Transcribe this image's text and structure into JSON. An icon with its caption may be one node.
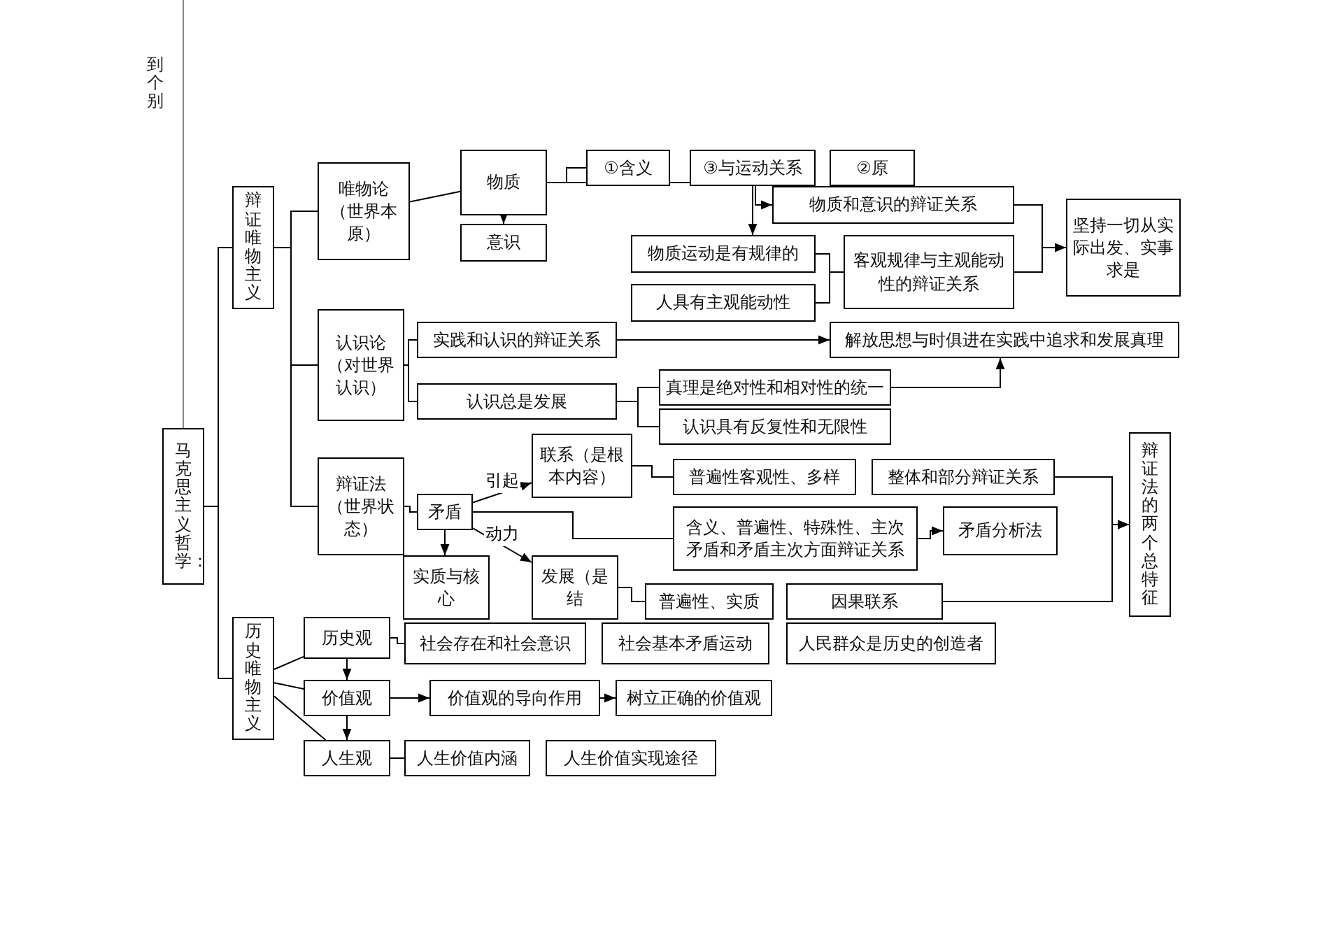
{
  "diagram": {
    "nodes": [
      {
        "text": [
          "马克思主义哲学："
        ]
      },
      {
        "text": [
          "辩证唯物主义"
        ]
      },
      {
        "text": [
          "唯物论（世界本原）"
        ]
      },
      {
        "text": [
          "认识论（对世界认识）"
        ]
      },
      {
        "text": [
          "辩证法（世界状态）"
        ]
      },
      {
        "text": [
          "物质"
        ]
      },
      {
        "text": [
          "意识"
        ]
      },
      {
        "text": [
          "①含义"
        ]
      },
      {
        "text": [
          "③与运动关系"
        ]
      },
      {
        "text": [
          "②原"
        ]
      },
      {
        "text": [
          "物质和意识的辩证关系"
        ]
      },
      {
        "text": [
          "坚持一切从实际出发、实事求是"
        ]
      },
      {
        "text": [
          "物质运动是有规律的"
        ]
      },
      {
        "text": [
          "人具有主观能动性"
        ]
      },
      {
        "text": [
          "客观规律与主观能动性的辩证关系"
        ]
      },
      {
        "text": [
          "实践和认识的辩证关系"
        ]
      },
      {
        "text": [
          "解放思想与时俱进在实践中追求和发展真理"
        ]
      },
      {
        "text": [
          "认识总是发展"
        ]
      },
      {
        "text": [
          "真理是绝对性和相对性的统一"
        ]
      },
      {
        "text": [
          "认识具有反复性和无限性"
        ]
      },
      {
        "text": [
          "矛盾"
        ]
      },
      {
        "text": [
          "联系（是根本内容）"
        ]
      },
      {
        "text": [
          "普遍性客观性、多样"
        ]
      },
      {
        "text": [
          "整体和部分辩证关系"
        ]
      },
      {
        "text": [
          "含义、普遍性、特殊性、主次矛盾和矛盾主次方面辩证关系"
        ]
      },
      {
        "text": [
          "矛盾分析法"
        ]
      },
      {
        "text": [
          "实质与核心"
        ]
      },
      {
        "text": [
          "发展（是结"
        ]
      },
      {
        "text": [
          "普遍性、实质"
        ]
      },
      {
        "text": [
          "因果联系"
        ]
      },
      {
        "text": [
          "辩证法的两个总特征"
        ]
      },
      {
        "text": [
          "历史唯物主义"
        ]
      },
      {
        "text": [
          "历史观"
        ]
      },
      {
        "text": [
          "价值观"
        ]
      },
      {
        "text": [
          "人生观"
        ]
      },
      {
        "text": [
          "社会存在和社会意识"
        ]
      },
      {
        "text": [
          "社会基本矛盾运动"
        ]
      },
      {
        "text": [
          "人民群众是历史的创造者"
        ]
      },
      {
        "text": [
          "价值观的导向作用"
        ]
      },
      {
        "text": [
          "树立正确的价值观"
        ]
      },
      {
        "text": [
          "人生价值内涵"
        ]
      },
      {
        "text": [
          "人生价值实现途径"
        ]
      }
    ],
    "edges": [
      {
        "from": null,
        "to": 0,
        "arrow": "none",
        "color": "#888888"
      },
      {
        "from": 0,
        "to": 1,
        "arrow": "none"
      },
      {
        "from": 0,
        "to": 31,
        "arrow": "none"
      },
      {
        "from": 1,
        "to": 2,
        "arrow": "none"
      },
      {
        "from": 1,
        "to": 3,
        "arrow": "none"
      },
      {
        "from": 1,
        "to": 4,
        "arrow": "none"
      },
      {
        "from": 2,
        "to": 5,
        "arrow": "none"
      },
      {
        "from": 5,
        "to": 7,
        "arrow": "none"
      },
      {
        "from": 5,
        "to": 6,
        "arrow": "to"
      },
      {
        "from": 5,
        "to": 10,
        "arrow": "to"
      },
      {
        "from": 8,
        "to": 12,
        "arrow": "to"
      },
      {
        "from": 12,
        "to": 14,
        "arrow": "none"
      },
      {
        "from": 13,
        "to": 14,
        "arrow": "none"
      },
      {
        "from": 10,
        "to": 11,
        "arrow": "to"
      },
      {
        "from": 14,
        "to": 11,
        "arrow": "none"
      },
      {
        "from": 3,
        "to": 15,
        "arrow": "none"
      },
      {
        "from": 3,
        "to": 17,
        "arrow": "none"
      },
      {
        "from": 15,
        "to": 16,
        "arrow": "to"
      },
      {
        "from": 17,
        "to": 18,
        "arrow": "none"
      },
      {
        "from": 17,
        "to": 19,
        "arrow": "none"
      },
      {
        "from": 18,
        "to": 16,
        "arrow": "to"
      },
      {
        "from": 4,
        "to": 20,
        "arrow": "none"
      },
      {
        "from": 20,
        "to": 21,
        "arrow": "to",
        "label": "引起"
      },
      {
        "from": 20,
        "to": 27,
        "arrow": "to",
        "label": "动力"
      },
      {
        "from": 20,
        "to": 26,
        "arrow": "to"
      },
      {
        "from": 20,
        "to": 24,
        "arrow": "none"
      },
      {
        "from": 21,
        "to": 22,
        "arrow": "none"
      },
      {
        "from": 24,
        "to": 25,
        "arrow": "to"
      },
      {
        "from": 27,
        "to": 28,
        "arrow": "none"
      },
      {
        "from": 23,
        "to": 30,
        "arrow": "to"
      },
      {
        "from": 29,
        "to": 30,
        "arrow": "to"
      },
      {
        "from": 31,
        "to": 32,
        "arrow": "none"
      },
      {
        "from": 31,
        "to": 33,
        "arrow": "none"
      },
      {
        "from": 31,
        "to": 34,
        "arrow": "none"
      },
      {
        "from": 32,
        "to": 33,
        "arrow": "to"
      },
      {
        "from": 33,
        "to": 34,
        "arrow": "to"
      },
      {
        "from": 32,
        "to": 35,
        "arrow": "none"
      },
      {
        "from": 33,
        "to": 38,
        "arrow": "to"
      },
      {
        "from": 38,
        "to": 39,
        "arrow": "to"
      },
      {
        "from": 34,
        "to": 40,
        "arrow": "none"
      }
    ],
    "labels": [
      "到个别"
    ]
  }
}
